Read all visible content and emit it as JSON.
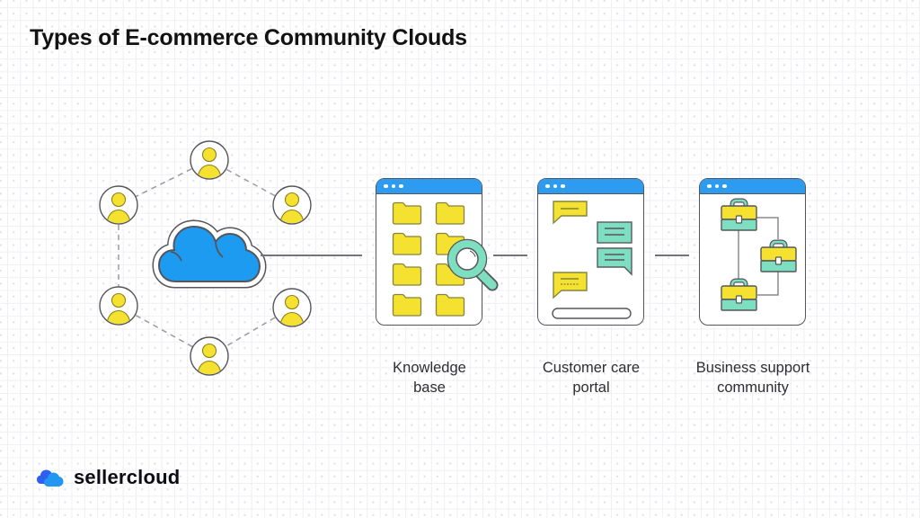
{
  "title": "Types of E-commerce Community Clouds",
  "network": {
    "description": "Six user avatars connected by dashed lines in a hexagon around a central blue cloud",
    "avatar_count": 6,
    "icons": [
      "user-avatar-icon",
      "cloud-icon"
    ]
  },
  "cards": [
    {
      "label": "Knowledge\nbase",
      "icon": "folders-and-search-icon",
      "folder_count": 8
    },
    {
      "label": "Customer care\nportal",
      "icon": "chat-bubbles-icon",
      "bubble_count": 4
    },
    {
      "label": "Business support\ncommunity",
      "icon": "briefcase-network-icon",
      "briefcase_count": 3
    }
  ],
  "logo": {
    "text": "sellercloud",
    "icon": "sellercloud-cloud-icon"
  },
  "colors": {
    "header_blue": "#2d9bf0",
    "cloud_blue": "#1c9bf1",
    "yellow": "#f5e12f",
    "teal": "#7edfc0",
    "outline_dark": "#55555c",
    "logo_blue_dark": "#2e5ff2",
    "logo_blue_light": "#2196f3"
  }
}
